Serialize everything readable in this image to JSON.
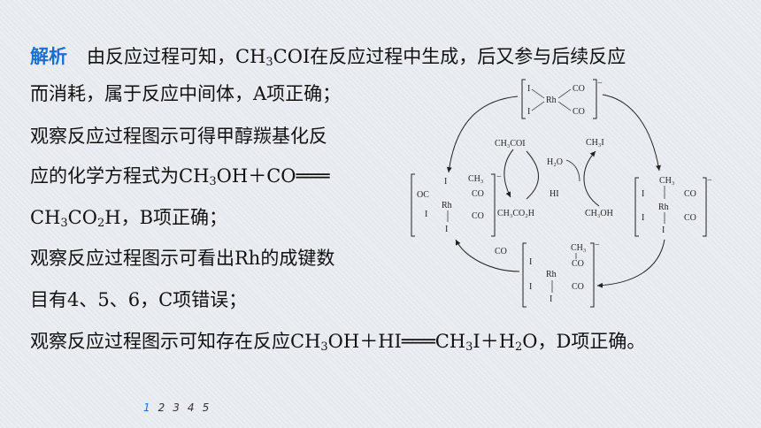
{
  "analysis": {
    "keyword": "解析",
    "line1": {
      "a": "由反应过程可知，CH",
      "b": "COI在反应过程中生成，后又参与后续反应"
    },
    "line2": "而消耗，属于反应中间体，A项正确；",
    "line3": "观察反应过程图示可得甲醇羰基化反",
    "line4": {
      "a": "应的化学方程式为CH",
      "b": "OH＋CO═══"
    },
    "line5": {
      "a": "CH",
      "b": "CO",
      "c": "H，B项正确；"
    },
    "line6": "观察反应过程图示可看出Rh的成键数",
    "line7": "目有4、5、6，C项错误；",
    "line8": {
      "a": "观察反应过程图示可知存在反应CH",
      "b": "OH＋HI═══CH",
      "c": "I＋H",
      "d": "O，D项正确。"
    },
    "sub3": "3",
    "sub2": "2"
  },
  "diagram": {
    "top": {
      "I1": "I",
      "Rh": "Rh",
      "CO1": "CO",
      "CO2": "CO",
      "I2": "I",
      "charge": "−"
    },
    "right": {
      "CH3": "CH₃",
      "I1": "I",
      "Rh": "Rh",
      "CO1": "CO",
      "CO2": "CO",
      "I2": "I",
      "I3": "I",
      "charge": "−"
    },
    "bottom": {
      "CH3": "CH₃",
      "I1": "I",
      "Rh": "Rh",
      "CO1": "CO",
      "CO2": "CO",
      "I2": "I",
      "I3": "I",
      "charge": "−"
    },
    "left": {
      "I1": "I",
      "OC": "OC",
      "CH3": "CH₃",
      "Rh": "Rh",
      "CO": "CO",
      "I2": "I",
      "I3": "I",
      "charge": "−"
    },
    "species": {
      "ch3coi": "CH₃COI",
      "ch3i": "CH₃I",
      "h2o": "H₂O",
      "hi": "HI",
      "ch3co2h": "CH₃CO₂H",
      "ch3oh": "CH₃OH",
      "co_in": "CO"
    }
  },
  "pager": {
    "pages": [
      "1",
      "2",
      "3",
      "4",
      "5"
    ],
    "current": "1"
  },
  "colors": {
    "accent": "#1a6fd6",
    "background": "#e8ecf1"
  }
}
